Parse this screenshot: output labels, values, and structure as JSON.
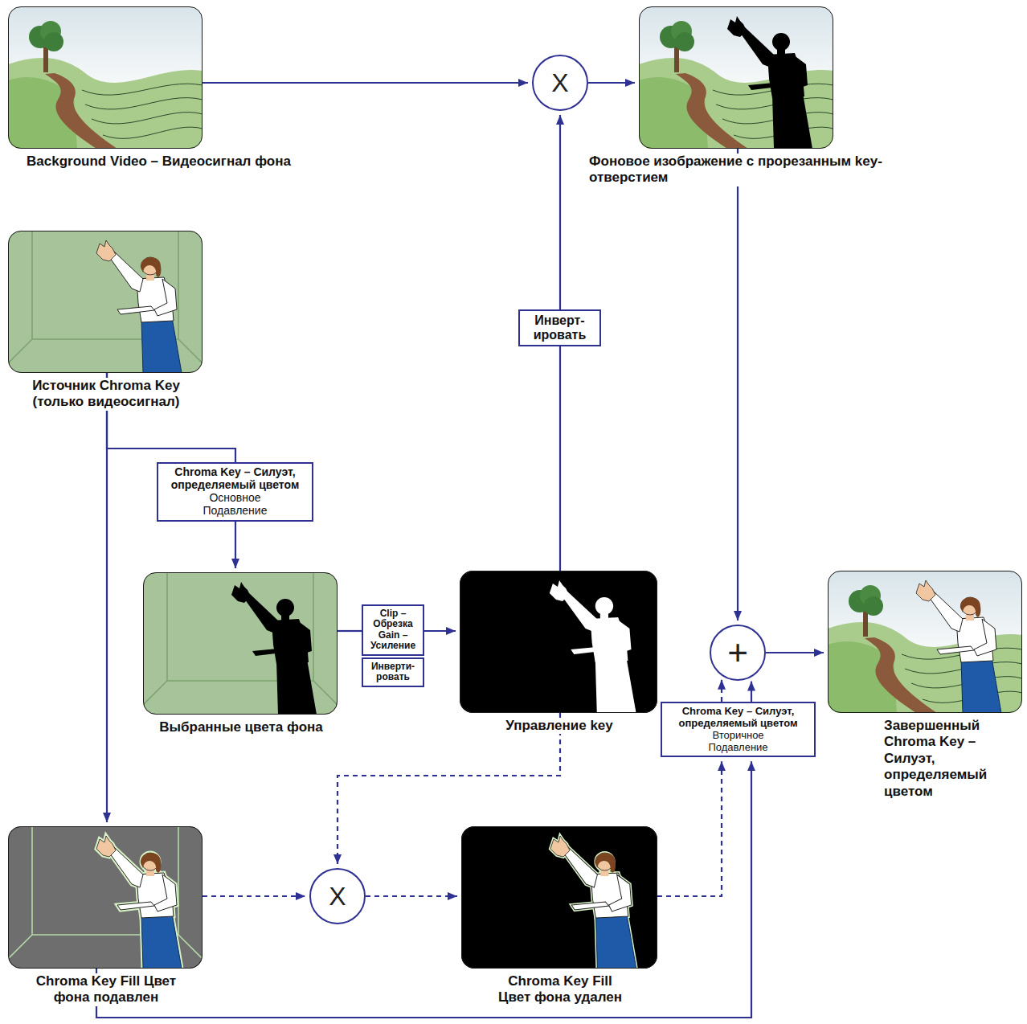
{
  "diagram": {
    "nodes": [
      {
        "text": [
          "Background Video – Видеосигнал фона"
        ]
      },
      {
        "text": [
          "X"
        ]
      },
      {
        "text": [
          "Фоновое изображение с прорезанным key-отверстием"
        ]
      },
      {
        "text": [
          "Источник Chroma Key (только видеосигнал)"
        ]
      },
      {
        "text": [
          "Инверт-ировать"
        ]
      },
      {
        "text": [
          "Chroma Key – Силуэт, определяемый цветом",
          "Основное Подавление"
        ]
      },
      {
        "text": [
          "Выбранные цвета фона"
        ]
      },
      {
        "text": [
          "Clip – Обрезка",
          "Gain – Усиление"
        ]
      },
      {
        "text": [
          "Инверти-ровать"
        ]
      },
      {
        "text": [
          "Управление key"
        ]
      },
      {
        "text": [
          "+"
        ]
      },
      {
        "text": [
          "Завершенный Chroma Key – Силуэт, определяемый цветом"
        ]
      },
      {
        "text": [
          "Chroma Key – Силуэт, определяемый цветом",
          "Вторичное Подавление"
        ]
      },
      {
        "text": [
          "Chroma Key Fill Цвет фона подавлен"
        ]
      },
      {
        "text": [
          "X"
        ]
      },
      {
        "text": [
          "Chroma Key Fill Цвет фона удален"
        ]
      }
    ],
    "edges": [
      {
        "from": 0,
        "to": 1,
        "arrow": "to"
      },
      {
        "from": 1,
        "to": 2,
        "arrow": "to"
      },
      {
        "from": 9,
        "to": 4,
        "arrow": "none"
      },
      {
        "from": 4,
        "to": 1,
        "arrow": "to"
      },
      {
        "from": 2,
        "to": 10,
        "arrow": "to"
      },
      {
        "from": 3,
        "to": 5,
        "arrow": "none"
      },
      {
        "from": 5,
        "to": 6,
        "arrow": "to"
      },
      {
        "from": 3,
        "to": 13,
        "arrow": "to"
      },
      {
        "from": 6,
        "to": 7,
        "arrow": "none"
      },
      {
        "from": 7,
        "to": 9,
        "arrow": "to"
      },
      {
        "from": 9,
        "to": 14,
        "arrow": "to"
      },
      {
        "from": 13,
        "to": 14,
        "arrow": "to"
      },
      {
        "from": 14,
        "to": 15,
        "arrow": "to"
      },
      {
        "from": 15,
        "to": 12,
        "arrow": "to"
      },
      {
        "from": 13,
        "to": 12,
        "arrow": "to"
      },
      {
        "from": 12,
        "to": 10,
        "arrow": "to"
      },
      {
        "from": 12,
        "to": 10,
        "arrow": "to"
      },
      {
        "from": 10,
        "to": 11,
        "arrow": "to"
      }
    ]
  }
}
